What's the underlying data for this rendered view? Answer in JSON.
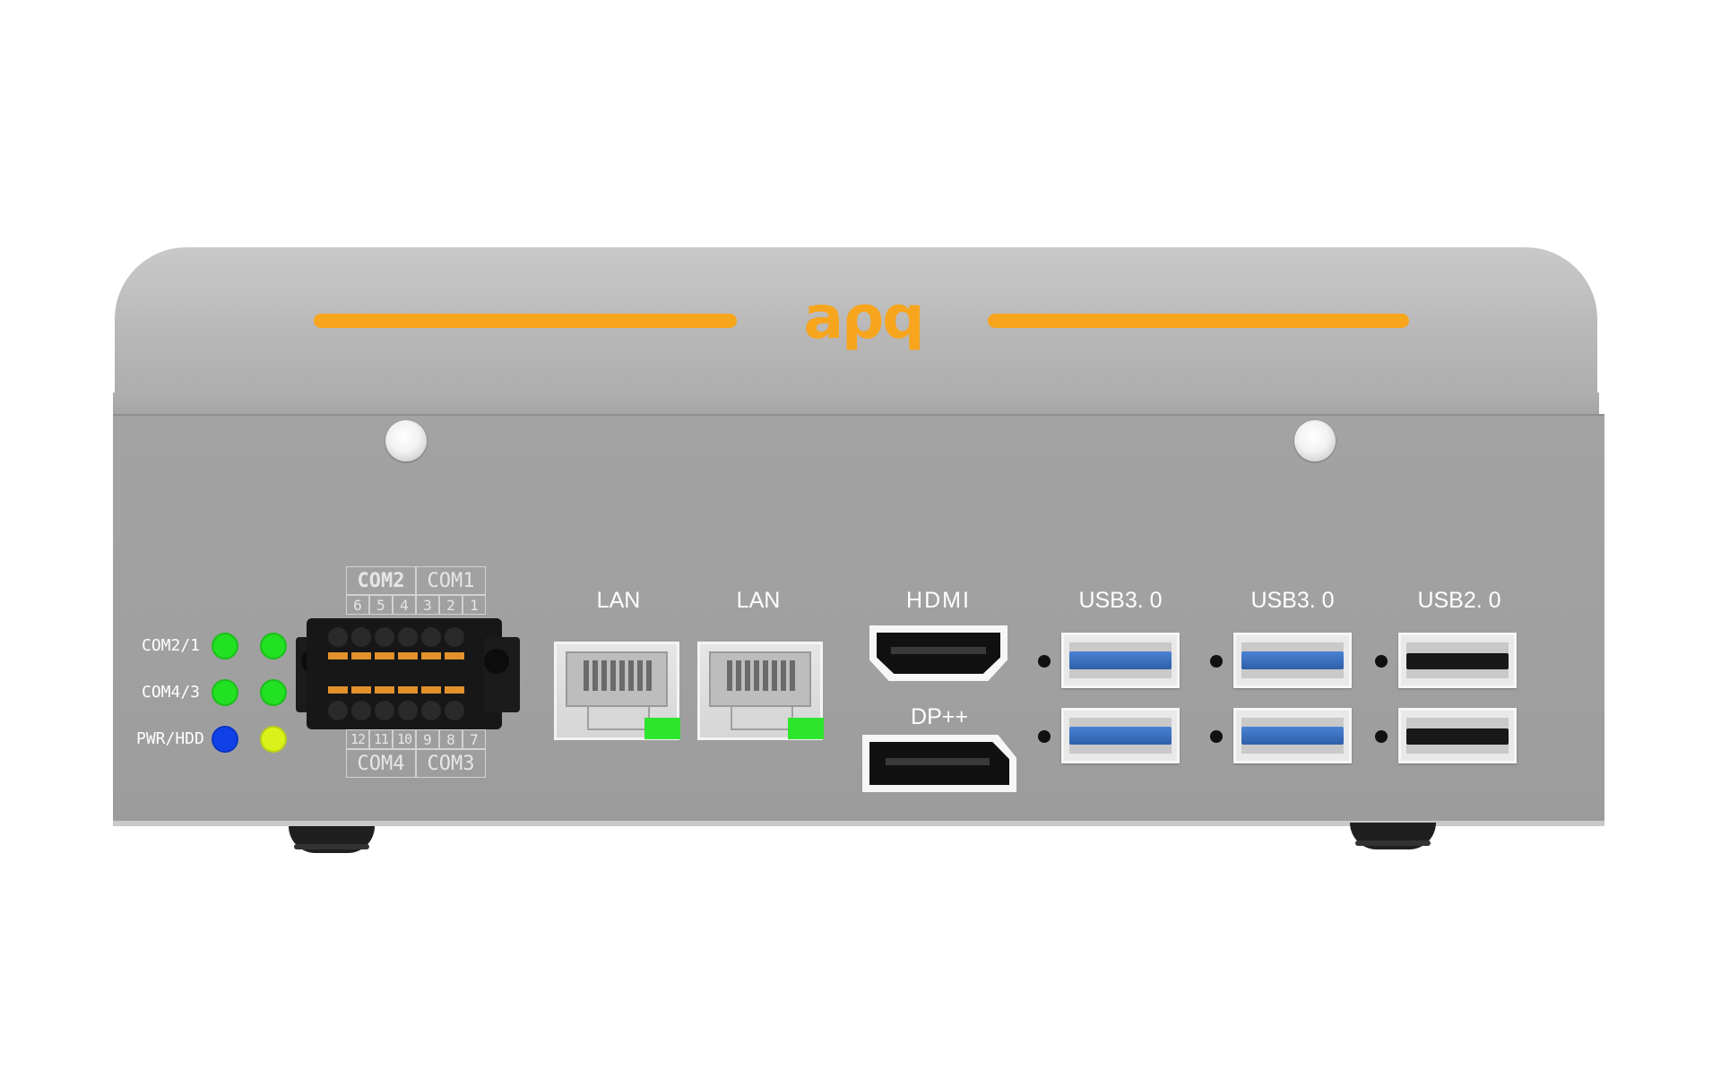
{
  "brand": {
    "logo_text": "aρq",
    "accent": "#f7a51d"
  },
  "indicators": [
    {
      "label": "COM2/1",
      "leds": [
        "#22e022",
        "#22e022"
      ]
    },
    {
      "label": "COM4/3",
      "leds": [
        "#22e022",
        "#22e022"
      ]
    },
    {
      "label": "PWR/HDD",
      "leds": [
        "#1040e8",
        "#d9f21a"
      ]
    }
  ],
  "serial_block": {
    "top_ports": [
      "COM2",
      "COM1"
    ],
    "top_pins": [
      "6",
      "5",
      "4",
      "3",
      "2",
      "1"
    ],
    "bottom_pins": [
      "12",
      "11",
      "10",
      "9",
      "8",
      "7"
    ],
    "bottom_ports": [
      "COM4",
      "COM3"
    ]
  },
  "ports": {
    "lan_1": "LAN",
    "lan_2": "LAN",
    "hdmi": "HDMI",
    "dp": "DP++",
    "usb3_a": "USB3. 0",
    "usb3_b": "USB3. 0",
    "usb2": "USB2. 0"
  }
}
